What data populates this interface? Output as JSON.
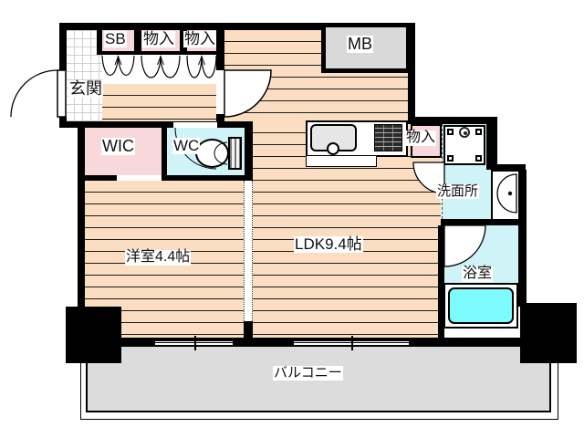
{
  "title": "apartment-floor-plan",
  "labels": {
    "entrance": "玄関",
    "shoe_box": "SB",
    "hall_storage_1": "物入",
    "hall_storage_2": "物入",
    "meter_box": "MB",
    "walk_in_closet": "WIC",
    "toilet": "WC",
    "kitchen_storage": "物入",
    "washroom": "洗面所",
    "bathroom": "浴室",
    "western_room": "洋室4.4帖",
    "ldk": "LDK9.4帖",
    "balcony": "バルコニー"
  },
  "colors": {
    "wall": "#000000",
    "wood_floor": "#FBDEC1",
    "closet_pink": "#F9D8DC",
    "wet_area_cyan": "#CFF3F6",
    "bathtub_cyan": "#7CFBFF",
    "meter_box_gray": "#D9D9D9",
    "balcony_gray": "#DCDCDC"
  }
}
